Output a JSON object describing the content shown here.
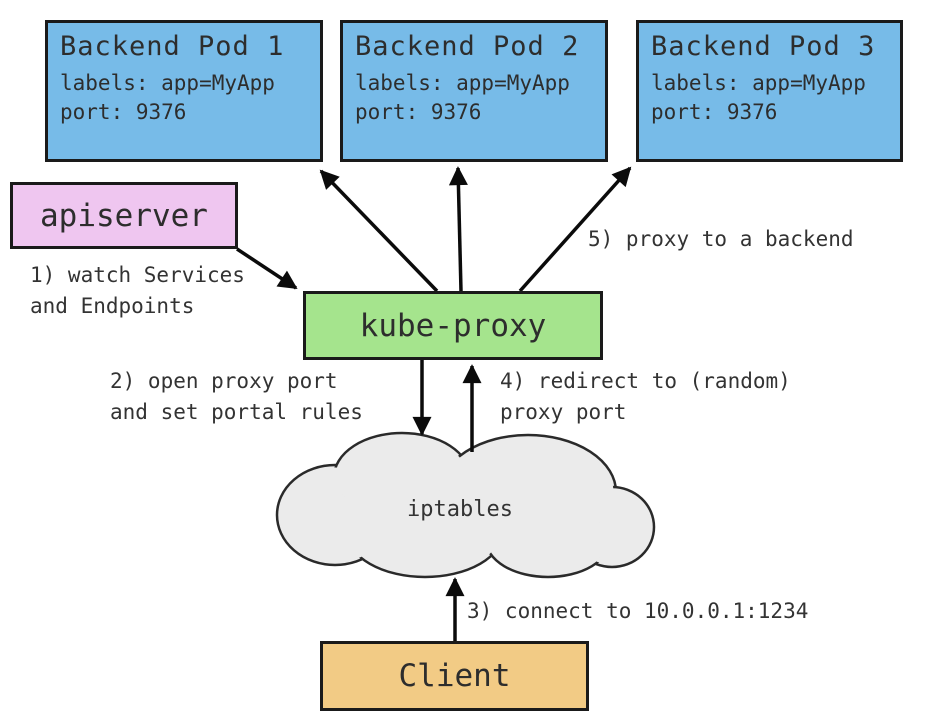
{
  "pods": [
    {
      "title": "Backend Pod 1",
      "labels_line": "labels: app=MyApp",
      "port_line": "port: 9376"
    },
    {
      "title": "Backend Pod 2",
      "labels_line": "labels: app=MyApp",
      "port_line": "port: 9376"
    },
    {
      "title": "Backend Pod 3",
      "labels_line": "labels: app=MyApp",
      "port_line": "port: 9376"
    }
  ],
  "nodes": {
    "apiserver": "apiserver",
    "kube_proxy": "kube-proxy",
    "iptables": "iptables",
    "client": "Client"
  },
  "annotations": {
    "step1": "1) watch Services\nand Endpoints",
    "step2": "2) open proxy port\nand set portal rules",
    "step3": "3) connect to 10.0.0.1:1234",
    "step4": "4) redirect to (random)\nproxy port",
    "step5": "5) proxy to a backend"
  },
  "colors": {
    "pod_fill": "#77bbe8",
    "apiserver_fill": "#efc6f0",
    "kube_proxy_fill": "#a5e48d",
    "client_fill": "#f2cb85",
    "cloud_fill": "#ebebeb",
    "border": "#1a1a1a",
    "arrow": "#0b0b0b"
  }
}
